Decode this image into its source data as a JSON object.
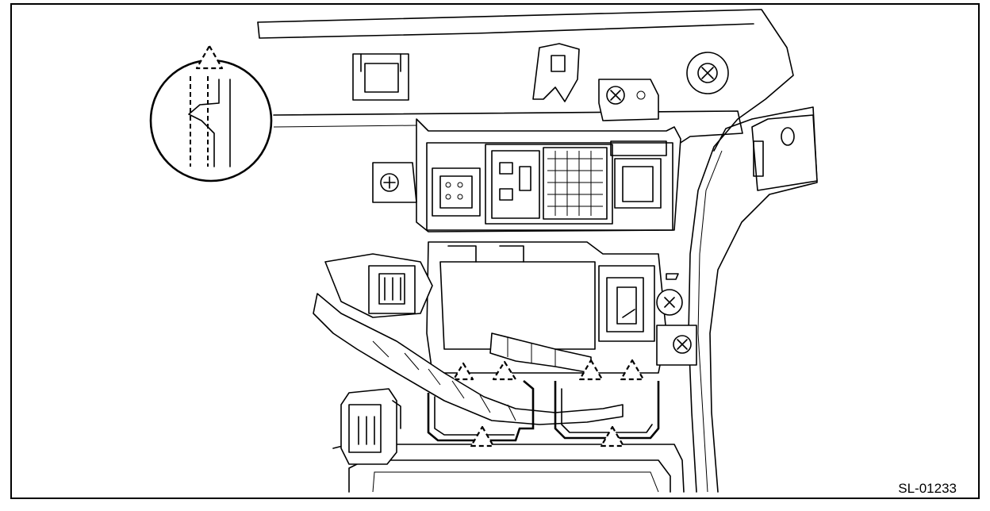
{
  "figure": {
    "id": "SL-01233",
    "frame_color": "#000000",
    "background": "#ffffff",
    "detail_callout": "clip-release-detail",
    "clip_marker_count": 7
  }
}
